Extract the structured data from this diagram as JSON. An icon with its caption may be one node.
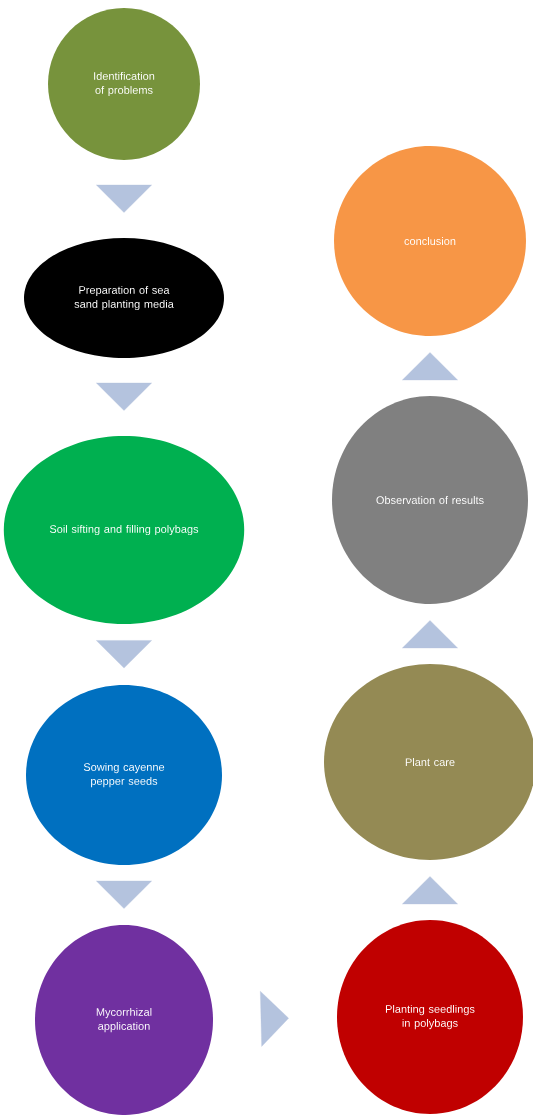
{
  "diagram": {
    "nodes": [
      {
        "text": [
          "Identification of problems"
        ]
      },
      {
        "text": [
          "Preparation of sea sand planting media"
        ]
      },
      {
        "text": [
          "Soil sifting and filling polybags"
        ]
      },
      {
        "text": [
          "Sowing cayenne pepper seeds"
        ]
      },
      {
        "text": [
          "Mycorrhizal application"
        ]
      },
      {
        "text": [
          "Planting seedlings in polybags"
        ]
      },
      {
        "text": [
          "Plant care"
        ]
      },
      {
        "text": [
          "Observation of results"
        ]
      },
      {
        "text": [
          "conclusion"
        ]
      }
    ],
    "edges": [
      {
        "from": 0,
        "to": 1,
        "arrow": "to"
      },
      {
        "from": 1,
        "to": 2,
        "arrow": "to"
      },
      {
        "from": 2,
        "to": 3,
        "arrow": "to"
      },
      {
        "from": 3,
        "to": 4,
        "arrow": "to"
      },
      {
        "from": 4,
        "to": 5,
        "arrow": "to"
      },
      {
        "from": 5,
        "to": 6,
        "arrow": "to"
      },
      {
        "from": 6,
        "to": 7,
        "arrow": "to"
      },
      {
        "from": 7,
        "to": 8,
        "arrow": "to"
      }
    ]
  }
}
